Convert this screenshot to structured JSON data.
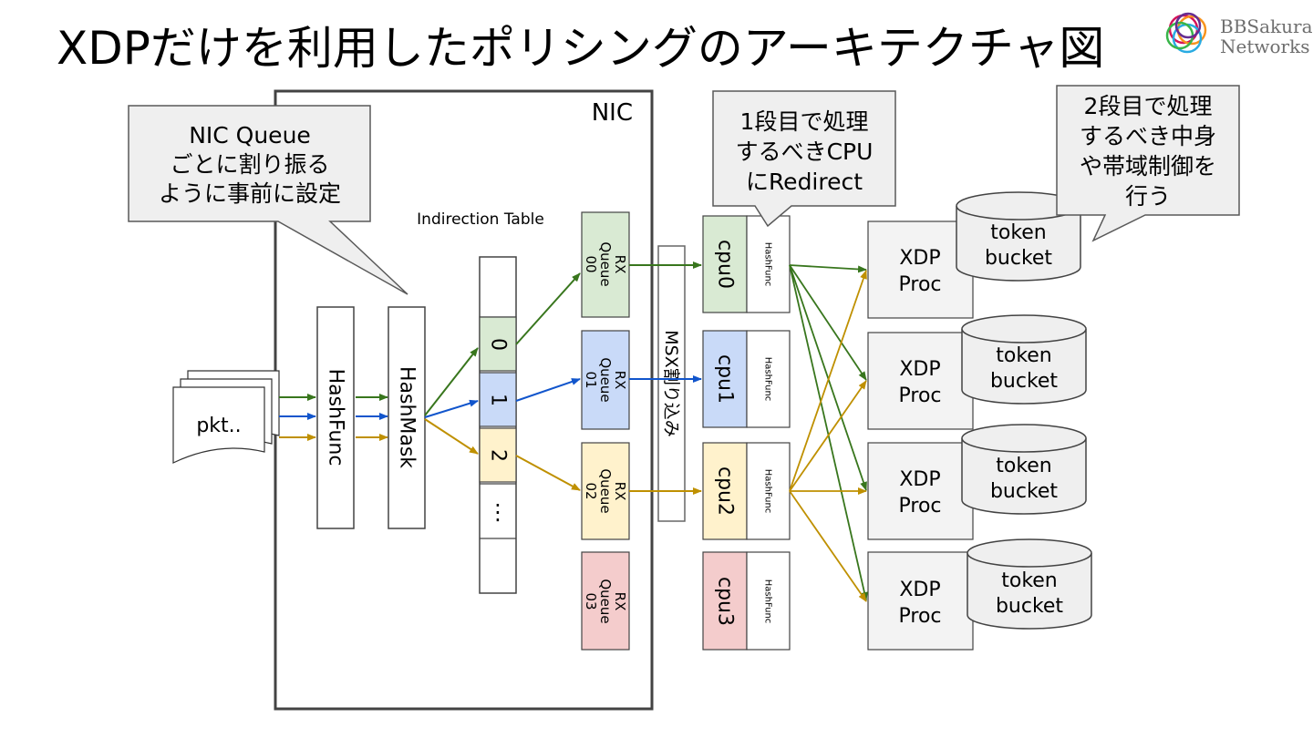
{
  "title": "XDPだけを利用したポリシングのアーキテクチャ図",
  "logo": {
    "line1": "BBSakura",
    "line2": "Networks"
  },
  "nic_label": "NIC",
  "indirection_table_label": "Indirection Table",
  "callouts": {
    "nic_queue": [
      "NIC Queue",
      "ごとに割り振る",
      "ように事前に設定"
    ],
    "redirect": [
      "1段目で処理",
      "するべきCPU",
      "にRedirect"
    ],
    "second_stage": [
      "2段目で処理",
      "するべき中身",
      "や帯域制御を",
      "行う"
    ]
  },
  "packet_label": "pkt..",
  "hashfunc_label": "HashFunc",
  "hashmask_label": "HashMask",
  "table_entries": [
    "0",
    "1",
    "2",
    "⋮"
  ],
  "rx_queues": [
    {
      "line1": "RX",
      "line2": "Queue",
      "line3": "00",
      "color": "#d9ead3"
    },
    {
      "line1": "RX",
      "line2": "Queue",
      "line3": "01",
      "color": "#c9daf8"
    },
    {
      "line1": "RX",
      "line2": "Queue",
      "line3": "02",
      "color": "#fff2cc"
    },
    {
      "line1": "RX",
      "line2": "Queue",
      "line3": "03",
      "color": "#f4cccc"
    }
  ],
  "msx_label": "MSX割り込み",
  "cpus": [
    {
      "label": "cpu0",
      "func": "HashFunc",
      "color": "#d9ead3"
    },
    {
      "label": "cpu1",
      "func": "HashFunc",
      "color": "#c9daf8"
    },
    {
      "label": "cpu2",
      "func": "HashFunc",
      "color": "#fff2cc"
    },
    {
      "label": "cpu3",
      "func": "HashFunc",
      "color": "#f4cccc"
    }
  ],
  "xdp_procs": [
    {
      "line1": "XDP",
      "line2": "Proc"
    },
    {
      "line1": "XDP",
      "line2": "Proc"
    },
    {
      "line1": "XDP",
      "line2": "Proc"
    },
    {
      "line1": "XDP",
      "line2": "Proc"
    }
  ],
  "token_buckets": [
    {
      "line1": "token",
      "line2": "bucket"
    },
    {
      "line1": "token",
      "line2": "bucket"
    },
    {
      "line1": "token",
      "line2": "bucket"
    },
    {
      "line1": "token",
      "line2": "bucket"
    }
  ],
  "colors": {
    "green_flow": "#38761d",
    "blue_flow": "#1155cc",
    "yellow_flow": "#bf9000",
    "callout_fill": "#efefef",
    "box_fill": "#f3f3f3"
  }
}
